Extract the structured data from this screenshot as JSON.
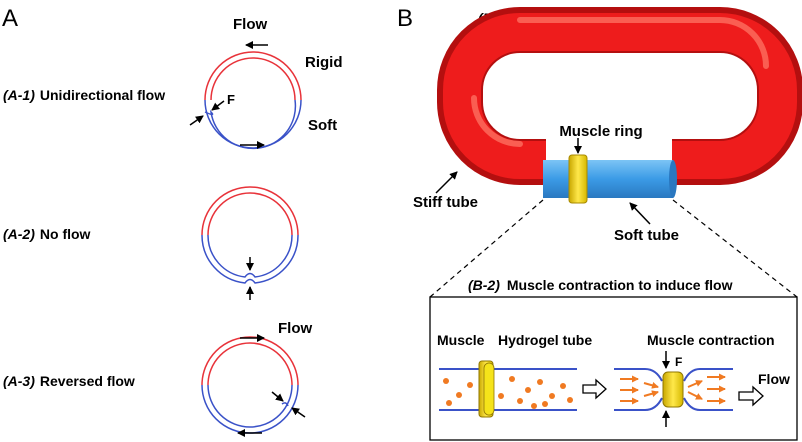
{
  "panel_a": {
    "letter": "A",
    "a1": {
      "tag": "(A-1)",
      "title": "Unidirectional flow",
      "flow": "Flow",
      "rigid": "Rigid",
      "soft": "Soft",
      "force": "F"
    },
    "a2": {
      "tag": "(A-2)",
      "title": "No flow"
    },
    "a3": {
      "tag": "(A-3)",
      "title": "Reversed flow",
      "flow": "Flow"
    }
  },
  "panel_b": {
    "letter": "B",
    "b1": {
      "tag": "(B-1)",
      "title": "Conceptual biohybrid pump-bot",
      "muscle_ring": "Muscle ring",
      "stiff_tube": "Stiff tube",
      "soft_tube": "Soft tube"
    },
    "b2": {
      "tag": "(B-2)",
      "title": "Muscle contraction to induce flow",
      "muscle": "Muscle",
      "hydrogel_tube": "Hydrogel tube",
      "muscle_contraction": "Muscle contraction",
      "force": "F",
      "flow": "Flow"
    }
  },
  "colors": {
    "rigid": "#e8333a",
    "soft": "#3a52c8",
    "stiff_tube": "#ee1c1c",
    "soft_tube": "#3b9be6",
    "muscle": "#f5e31a",
    "particles": "#f07a22"
  }
}
